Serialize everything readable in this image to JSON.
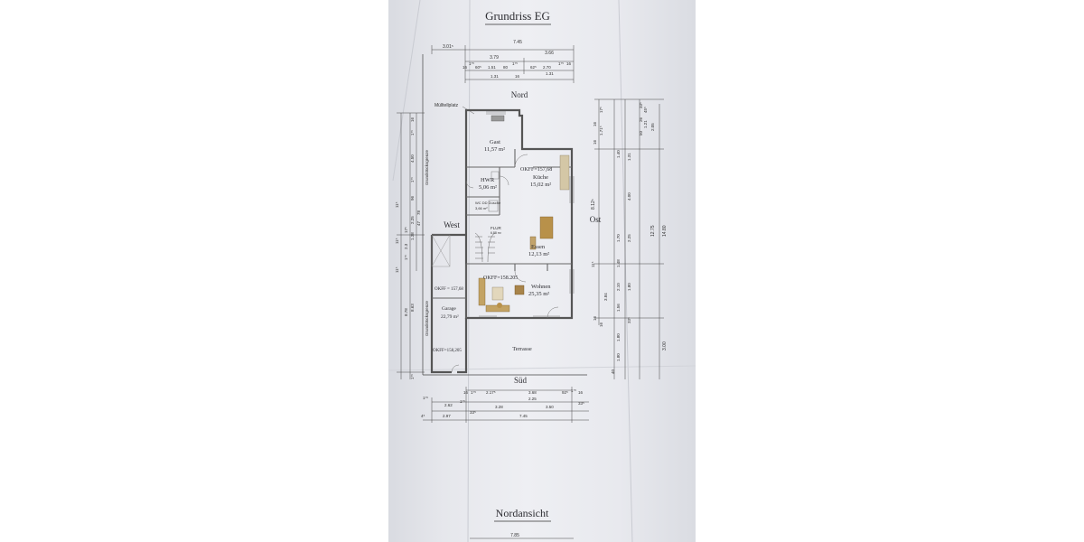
{
  "titles": {
    "main": "Grundriss EG",
    "elevation": "Nordansicht"
  },
  "orientation": {
    "north": "Nord",
    "south": "Süd",
    "west": "West",
    "east": "Ost"
  },
  "labels": {
    "muellstellplatz": "Mülltellplatz",
    "grundstuecksgrenze_top": "Grundstücksgrenze",
    "grundstuecksgrenze_bottom": "Grundstücksgrenze",
    "terrasse": "Terrasse",
    "flur": "FLUR",
    "flur_area": "6,88 m²",
    "wc": "WC",
    "wc_dusche": "WC  DD Dusche",
    "wc_area": "3,66 m²"
  },
  "rooms": [
    {
      "name": "Gast",
      "area": "11,57 m²"
    },
    {
      "name": "HWR",
      "area": "5,06 m²"
    },
    {
      "name": "Küche",
      "area": "15,02 m²"
    },
    {
      "name": "Essen",
      "area": "12,13 m²"
    },
    {
      "name": "Wohnen",
      "area": "25,35 m²"
    },
    {
      "name": "Garage",
      "area": "22,79 m²"
    }
  ],
  "levels": {
    "kueche": "OKFF=157,68",
    "wohnen": "OKFF=158.205",
    "garage_top": "OKFF = 157,68",
    "garage_bottom": "OKFF=158,205"
  },
  "dims_top": {
    "left_offset": "3.01⁵",
    "total": "7.45",
    "sub1": "3.79",
    "sub2": "3.66",
    "chain": [
      "16",
      "1⁷⁵",
      "60⁵",
      "1.51",
      "80",
      "1⁷⁵",
      "62⁵",
      "2.70",
      "1⁷⁵",
      "16"
    ],
    "row3": [
      "1.31",
      "16",
      "1.31"
    ]
  },
  "dims_right": {
    "outer1": "14.80",
    "outer2": "12.75",
    "outer3": "8.12⁵",
    "outer4": "3.00",
    "col1": [
      "17⁵",
      "16",
      "1.71⁵",
      "16",
      "3.84",
      "16",
      "16"
    ],
    "col2": [
      "1.40",
      "1.70",
      "1.48",
      "2.10",
      "1.56",
      "1.80",
      "1.80",
      "40"
    ],
    "col3": [
      "1.31",
      "4.00",
      "2.25",
      "1.80",
      "33⁵"
    ],
    "col4": [
      "26",
      "50",
      "1.21",
      "2.05",
      "45⁵",
      "33⁵"
    ],
    "mid": "11⁵"
  },
  "dims_left": {
    "col_a": [
      "1⁷⁵",
      "4.50",
      "1⁷⁵",
      "96",
      "2.25",
      "1.38",
      "2.3",
      "1⁷⁵",
      "8.63",
      "1⁷⁵"
    ],
    "col_b": [
      "11⁵",
      "11⁵",
      "11⁵"
    ],
    "col_c": [
      "17⁵",
      "8.78"
    ],
    "col_d": [
      "16"
    ],
    "col_e": [
      "47",
      "78"
    ]
  },
  "dims_bottom": {
    "row1": [
      "1⁷⁵",
      "2.62",
      "1⁷⁵",
      "16",
      "1⁷⁵",
      "2.17⁵",
      "3.68",
      "92⁵",
      "1⁷⁵",
      "16"
    ],
    "row1_sub": "2.25",
    "row2": [
      "3.28",
      "3.50",
      "33⁵"
    ],
    "row2_left": "33⁵",
    "row3": [
      "4⁵",
      "2.97",
      "7.45"
    ]
  },
  "dims_elevation": {
    "width": "7.85"
  }
}
